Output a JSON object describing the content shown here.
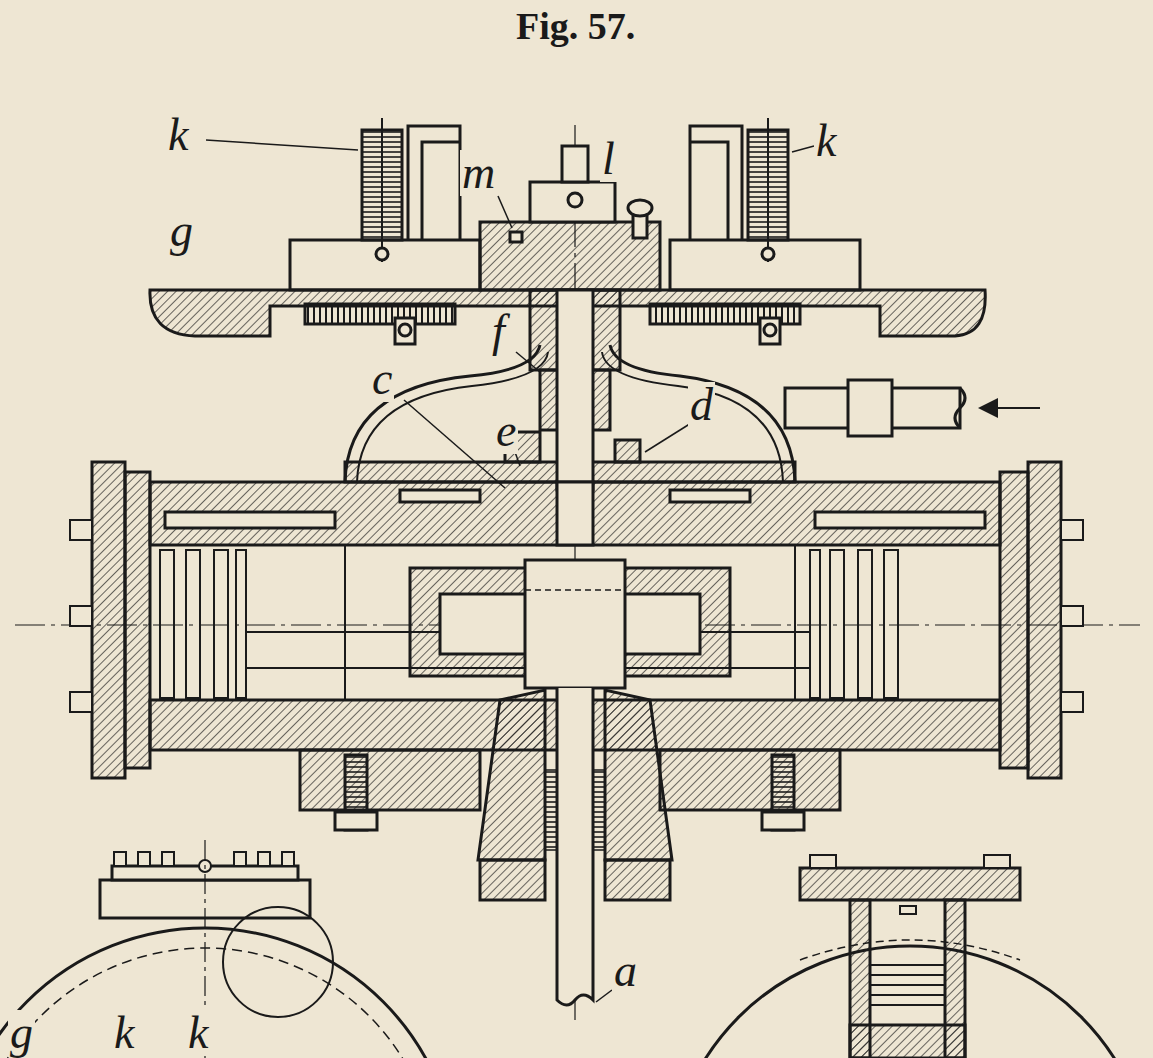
{
  "diagram": {
    "title": "Fig. 57.",
    "labels": [
      "k",
      "m",
      "l",
      "k",
      "g",
      "f",
      "c",
      "e",
      "d",
      "a",
      "g",
      "k",
      "k"
    ]
  }
}
